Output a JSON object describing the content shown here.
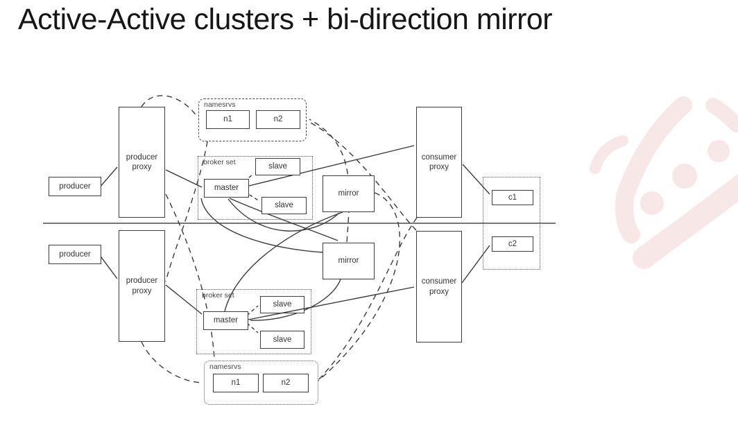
{
  "title": "Active-Active clusters + bi-direction mirror",
  "colors": {
    "line": "#3a3a3a",
    "box_border": "#3d3d3d",
    "watermark_pink": "#f6e3e3",
    "watermark_lavender": "#e9ecf8"
  },
  "cluster_top": {
    "producer": "producer",
    "producer_proxy": "producer proxy",
    "namesrvs": {
      "label": "namesrvs",
      "n1": "n1",
      "n2": "n2"
    },
    "broker_set": {
      "label": "broker set",
      "master": "master",
      "slave_a": "slave",
      "slave_b": "slave"
    },
    "mirror": "mirror",
    "consumer_proxy": "consumer proxy",
    "consumer": "c1"
  },
  "cluster_bottom": {
    "producer": "producer",
    "producer_proxy": "producer proxy",
    "namesrvs": {
      "label": "namesrvs",
      "n1": "n1",
      "n2": "n2"
    },
    "broker_set": {
      "label": "broker set",
      "master": "master",
      "slave_a": "slave",
      "slave_b": "slave"
    },
    "mirror": "mirror",
    "consumer_proxy": "consumer proxy",
    "consumer": "c2"
  }
}
